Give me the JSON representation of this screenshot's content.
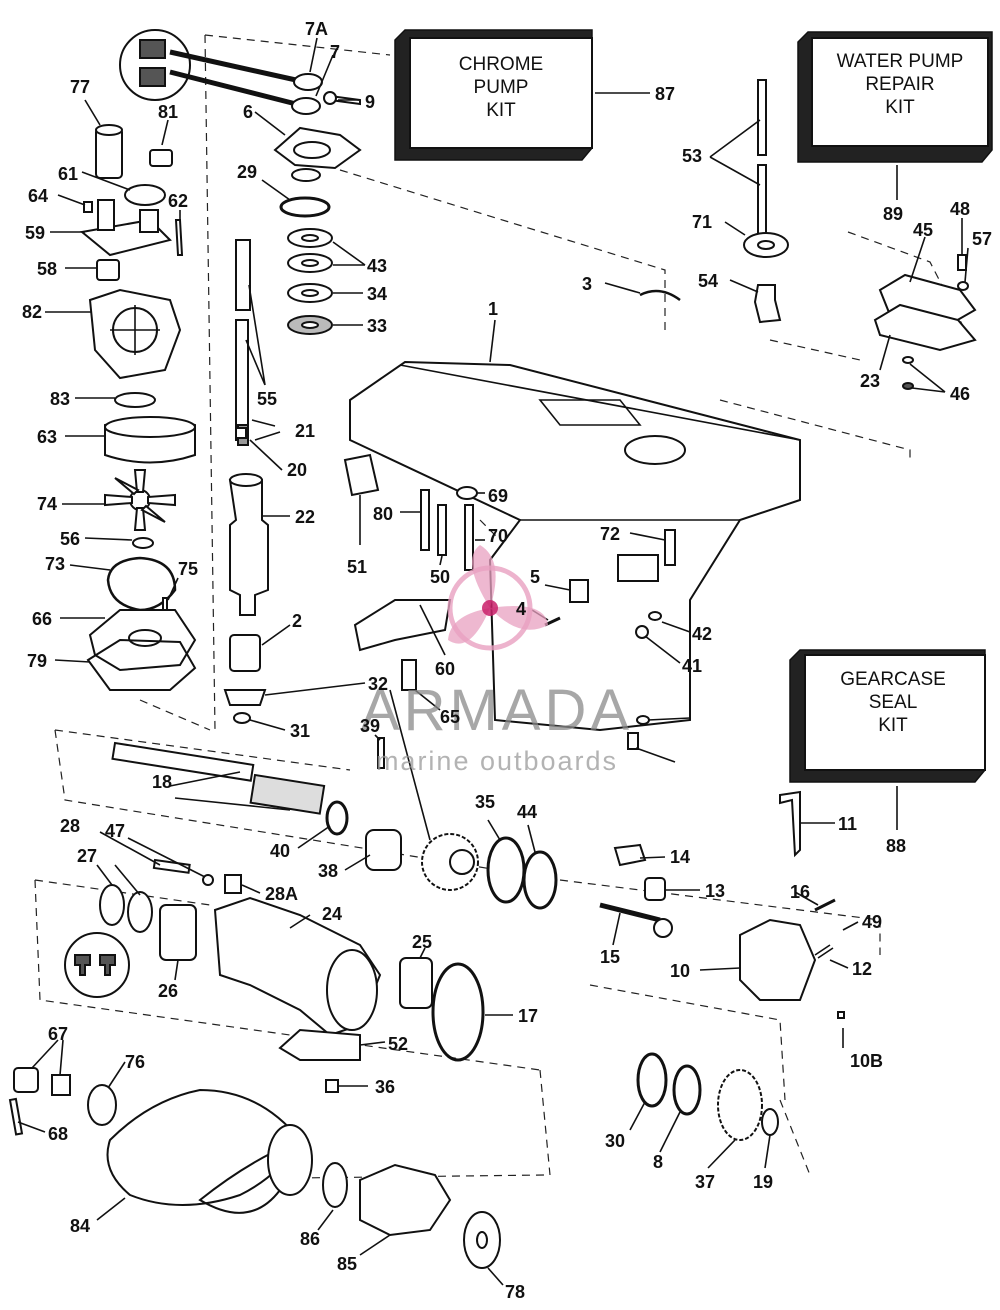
{
  "kits": [
    {
      "id": "chrome-pump-kit",
      "lines": [
        "CHROME",
        "PUMP",
        "KIT"
      ],
      "ref": "87"
    },
    {
      "id": "water-pump-repair-kit",
      "lines": [
        "WATER PUMP",
        "REPAIR",
        "KIT"
      ],
      "ref": "89"
    },
    {
      "id": "gearcase-seal-kit",
      "lines": [
        "GEARCASE",
        "SEAL",
        "KIT"
      ],
      "ref": "88"
    }
  ],
  "labels": [
    "7A",
    "7",
    "9",
    "6",
    "77",
    "81",
    "61",
    "64",
    "62",
    "59",
    "58",
    "82",
    "83",
    "63",
    "74",
    "56",
    "73",
    "75",
    "66",
    "79",
    "29",
    "43",
    "34",
    "33",
    "55",
    "21",
    "20",
    "22",
    "2",
    "32",
    "31",
    "39",
    "65",
    "60",
    "51",
    "80",
    "50",
    "70",
    "69",
    "72",
    "5",
    "4",
    "42",
    "41",
    "3",
    "1",
    "53",
    "71",
    "54",
    "45",
    "48",
    "57",
    "23",
    "46",
    "11",
    "18",
    "40",
    "38",
    "35",
    "44",
    "28",
    "47",
    "27",
    "28A",
    "24",
    "26",
    "25",
    "17",
    "52",
    "36",
    "67",
    "76",
    "68",
    "84",
    "86",
    "85",
    "78",
    "14",
    "13",
    "15",
    "10",
    "16",
    "49",
    "12",
    "10B",
    "30",
    "8",
    "37",
    "19"
  ],
  "watermark": {
    "title": "ARMADA",
    "subtitle": "marine outboards",
    "accent": "#e8a0c0"
  }
}
